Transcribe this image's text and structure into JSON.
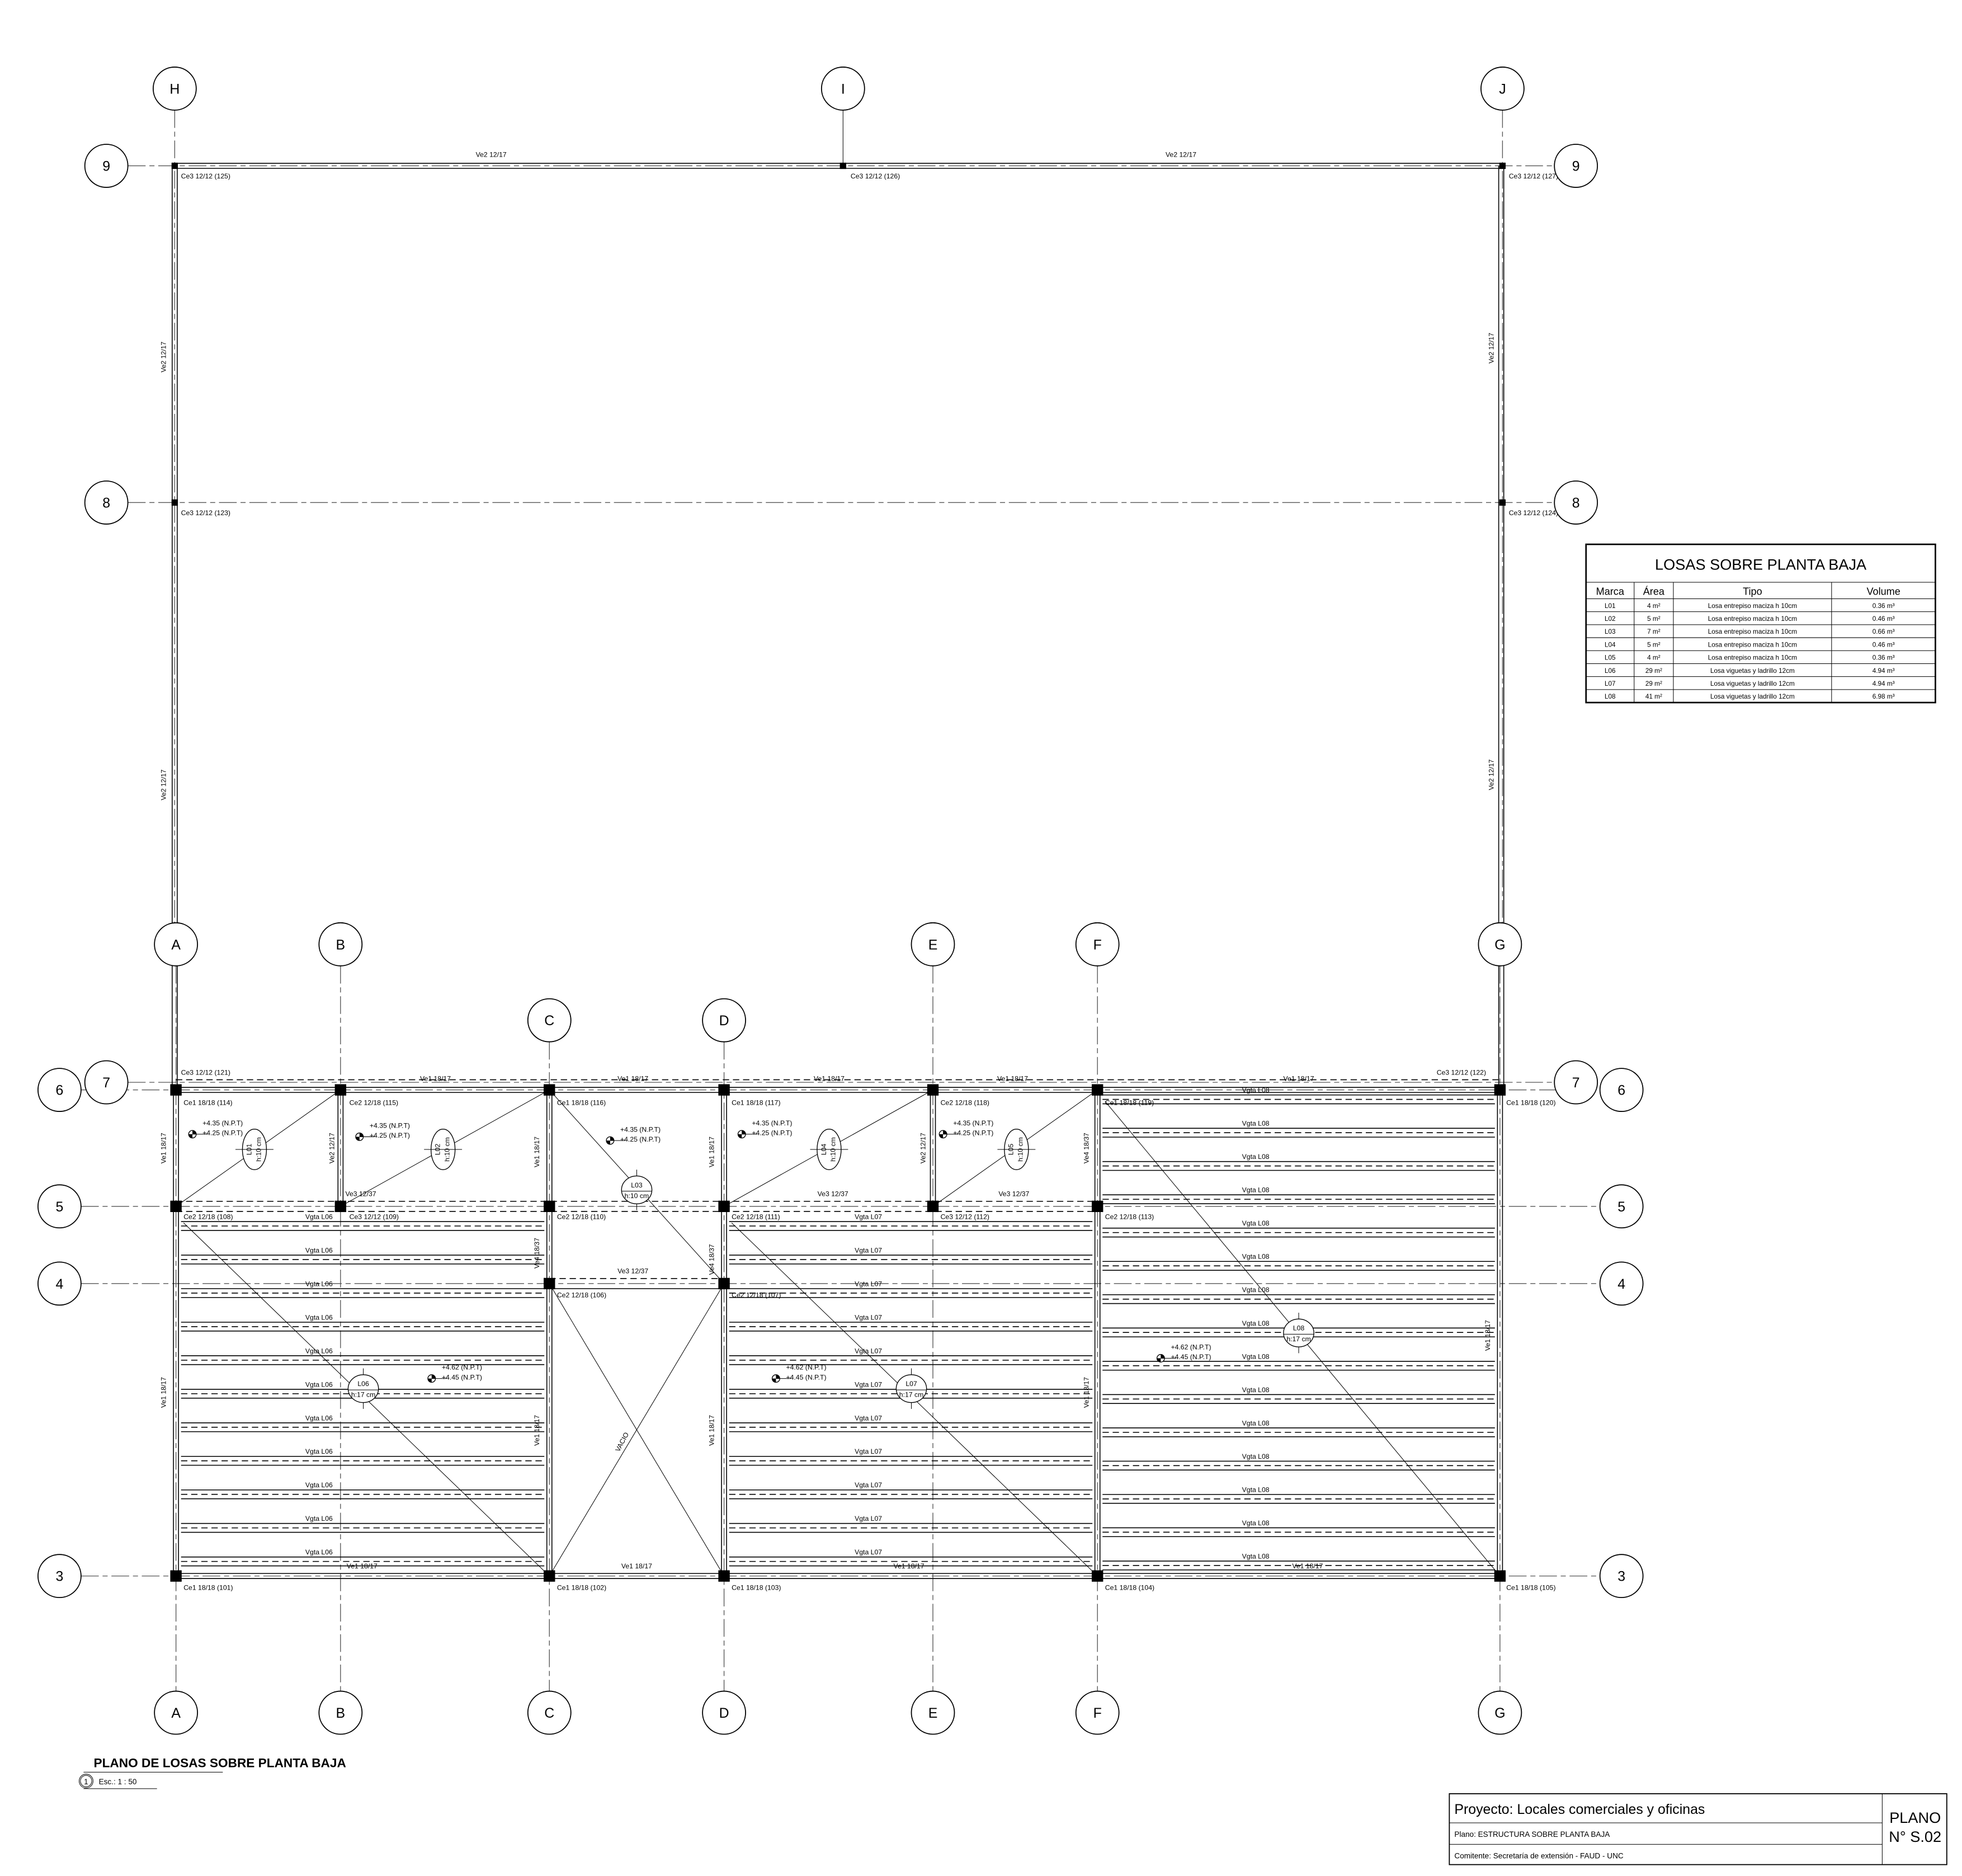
{
  "grid": {
    "top_columns": [
      "H",
      "I",
      "J"
    ],
    "columns": [
      "A",
      "B",
      "C",
      "D",
      "E",
      "F",
      "G"
    ],
    "rows_upper": [
      "9",
      "8",
      "7"
    ],
    "rows_lower": [
      "6",
      "5",
      "4",
      "3"
    ]
  },
  "beam_labels": {
    "ve2_top": [
      "Ve2 12/17",
      "Ve2 12/17"
    ],
    "ve2_sides": [
      "Ve2 12/17",
      "Ve2 12/17",
      "Ve2 12/17",
      "Ve2 12/17"
    ],
    "ve1_top": [
      "Ve1 18/17",
      "Ve1 18/17",
      "Ve1 18/17",
      "Ve1 18/17",
      "Ve1 18/17"
    ],
    "ve1_bottom": [
      "Ve1 18/17",
      "Ve1 18/17",
      "Ve1 18/17",
      "Ve1 18/17"
    ],
    "ve3": [
      "Ve3 12/37",
      "Ve3 12/37",
      "Ve3 12/37",
      "Ve3 12/37"
    ],
    "vertical": [
      "Ve1 18/17",
      "Ve2 12/17",
      "Ve1 18/17",
      "Ve1 18/17",
      "Ve2 12/17",
      "Ve4 18/37",
      "Ve4 18/37",
      "Ve4 18/37",
      "Ve1 18/17",
      "Ve1 18/17",
      "Ve1 18/17",
      "Ve1 18/17",
      "Ve1 18/17"
    ]
  },
  "column_labels": [
    "Ce3 12/12 (125)",
    "Ce3 12/12 (126)",
    "Ce3 12/12 (127)",
    "Ce3 12/12 (123)",
    "Ce3 12/12 (124)",
    "Ce3 12/12 (121)",
    "Ce3 12/12 (122)",
    "Ce1 18/18 (114)",
    "Ce2 12/18 (115)",
    "Ce1 18/18 (116)",
    "Ce1 18/18 (117)",
    "Ce2 12/18 (118)",
    "Ce1 18/18 (119)",
    "Ce1 18/18 (120)",
    "Ce2 12/18 (108)",
    "Ce3 12/12 (109)",
    "Ce2 12/18 (110)",
    "Ce2 12/18 (111)",
    "Ce3 12/12 (112)",
    "Ce2 12/18 (113)",
    "Ce2 12/18 (106)",
    "Ce2 12/18 (107)",
    "Ce1 18/18 (101)",
    "Ce1 18/18 (102)",
    "Ce1 18/18 (103)",
    "Ce1 18/18 (104)",
    "Ce1 18/18 (105)"
  ],
  "levels": [
    {
      "top": "+4.35 (N.P.T)",
      "bottom": "+4.25 (N.P.T)"
    },
    {
      "top": "+4.35 (N.P.T)",
      "bottom": "+4.25 (N.P.T)"
    },
    {
      "top": "+4.35 (N.P.T)",
      "bottom": "+4.25 (N.P.T)"
    },
    {
      "top": "+4.35 (N.P.T)",
      "bottom": "+4.25 (N.P.T)"
    },
    {
      "top": "+4.35 (N.P.T)",
      "bottom": "+4.25 (N.P.T)"
    },
    {
      "top": "+4.62 (N.P.T)",
      "bottom": "+4.45 (N.P.T)"
    },
    {
      "top": "+4.62 (N.P.T)",
      "bottom": "+4.45 (N.P.T)"
    },
    {
      "top": "+4.62 (N.P.T)",
      "bottom": "+4.45 (N.P.T)"
    }
  ],
  "slab_tags": [
    {
      "mark": "L01",
      "thickness": "h:10 cm"
    },
    {
      "mark": "L02",
      "thickness": "h:10 cm"
    },
    {
      "mark": "L03",
      "thickness": "h:10 cm"
    },
    {
      "mark": "L04",
      "thickness": "h:10 cm"
    },
    {
      "mark": "L05",
      "thickness": "h:10 cm"
    },
    {
      "mark": "L06",
      "thickness": "h:17 cm"
    },
    {
      "mark": "L07",
      "thickness": "h:17 cm"
    },
    {
      "mark": "L08",
      "thickness": "h:17 cm"
    }
  ],
  "joists": {
    "L06": [
      "Vgta L06",
      "Vgta L06",
      "Vgta L06",
      "Vgta L06",
      "Vgta L06",
      "Vgta L06",
      "Vgta L06",
      "Vgta L06",
      "Vgta L06",
      "Vgta L06",
      "Vgta L06"
    ],
    "L07": [
      "Vgta L07",
      "Vgta L07",
      "Vgta L07",
      "Vgta L07",
      "Vgta L07",
      "Vgta L07",
      "Vgta L07",
      "Vgta L07",
      "Vgta L07",
      "Vgta L07",
      "Vgta L07"
    ],
    "L08": [
      "Vgta L08",
      "Vgta L08",
      "Vgta L08",
      "Vgta L08",
      "Vgta L08",
      "Vgta L08",
      "Vgta L08",
      "Vgta L08",
      "Vgta L08",
      "Vgta L08",
      "Vgta L08",
      "Vgta L08",
      "Vgta L08",
      "Vgta L08",
      "Vgta L08"
    ]
  },
  "void_label": "VACIO",
  "schedule": {
    "title": "LOSAS SOBRE PLANTA BAJA",
    "headers": [
      "Marca",
      "Área",
      "Tipo",
      "Volume"
    ],
    "rows": [
      [
        "L01",
        "4 m²",
        "Losa entrepiso maciza h 10cm",
        "0.36 m³"
      ],
      [
        "L02",
        "5 m²",
        "Losa entrepiso maciza h 10cm",
        "0.46 m³"
      ],
      [
        "L03",
        "7 m²",
        "Losa entrepiso maciza h 10cm",
        "0.66 m³"
      ],
      [
        "L04",
        "5 m²",
        "Losa entrepiso maciza h 10cm",
        "0.46 m³"
      ],
      [
        "L05",
        "4 m²",
        "Losa entrepiso maciza h 10cm",
        "0.36 m³"
      ],
      [
        "L06",
        "29 m²",
        "Losa viguetas y ladrillo 12cm",
        "4.94 m³"
      ],
      [
        "L07",
        "29 m²",
        "Losa viguetas y ladrillo 12cm",
        "4.94 m³"
      ],
      [
        "L08",
        "41 m²",
        "Losa viguetas y ladrillo 12cm",
        "6.98 m³"
      ]
    ]
  },
  "view_title": {
    "title": "PLANO DE LOSAS SOBRE PLANTA BAJA",
    "number": "1",
    "scale": "Esc.:  1 : 50"
  },
  "title_block": {
    "project": "Proyecto: Locales comerciales y oficinas",
    "plan": "Plano: ESTRUCTURA SOBRE PLANTA BAJA",
    "client": "Comitente: Secretaría de extensión - FAUD - UNC",
    "sheet_label": "PLANO",
    "sheet_number": "N° S.02"
  }
}
